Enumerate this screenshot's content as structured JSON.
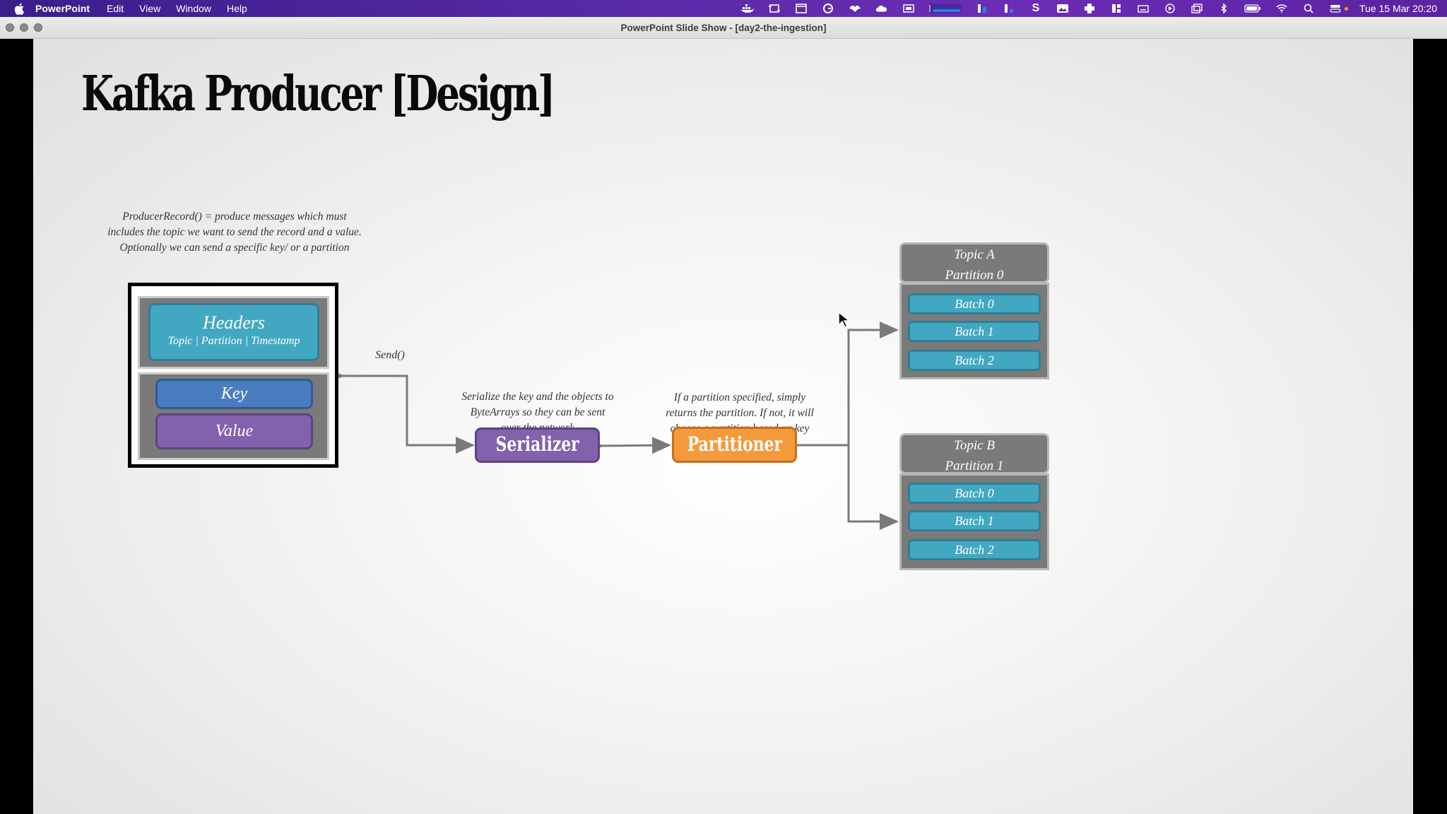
{
  "menubar": {
    "app_name": "PowerPoint",
    "menus": [
      "Edit",
      "View",
      "Window",
      "Help"
    ],
    "datetime": "Tue 15 Mar  20:20"
  },
  "window": {
    "title": "PowerPoint Slide Show - [day2-the-ingestion]"
  },
  "slide": {
    "title": "Kafka Producer [Design]",
    "record_caption": [
      "ProducerRecord() = produce messages which must",
      "includes the topic we want to send the record and a value.",
      "Optionally we can send a specific key/ or a partition"
    ],
    "headers": {
      "label": "Headers",
      "sub": "Topic | Partition | Timestamp"
    },
    "key_label": "Key",
    "value_label": "Value",
    "send_label": "Send()",
    "serializer_caption": [
      "Serialize the key and the objects to",
      "ByteArrays so they can be sent",
      "over the network"
    ],
    "serializer_label": "Serializer",
    "partitioner_caption": [
      "If a partition specified, simply",
      "returns the partition. If not, it will",
      "choose a partition based on key"
    ],
    "partitioner_label": "Partitioner",
    "topics": [
      {
        "name": "Topic A",
        "partition": "Partition 0",
        "batches": [
          "Batch 0",
          "Batch 1",
          "Batch 2"
        ]
      },
      {
        "name": "Topic B",
        "partition": "Partition 1",
        "batches": [
          "Batch 0",
          "Batch 1",
          "Batch 2"
        ]
      }
    ]
  },
  "colors": {
    "headers": "#42a8c2",
    "key": "#4a7dc0",
    "value": "#8261ad",
    "serializer": "#8261ad",
    "partitioner": "#f39a3d",
    "batch": "#42a8c2",
    "topic": "#7a7a7a"
  }
}
